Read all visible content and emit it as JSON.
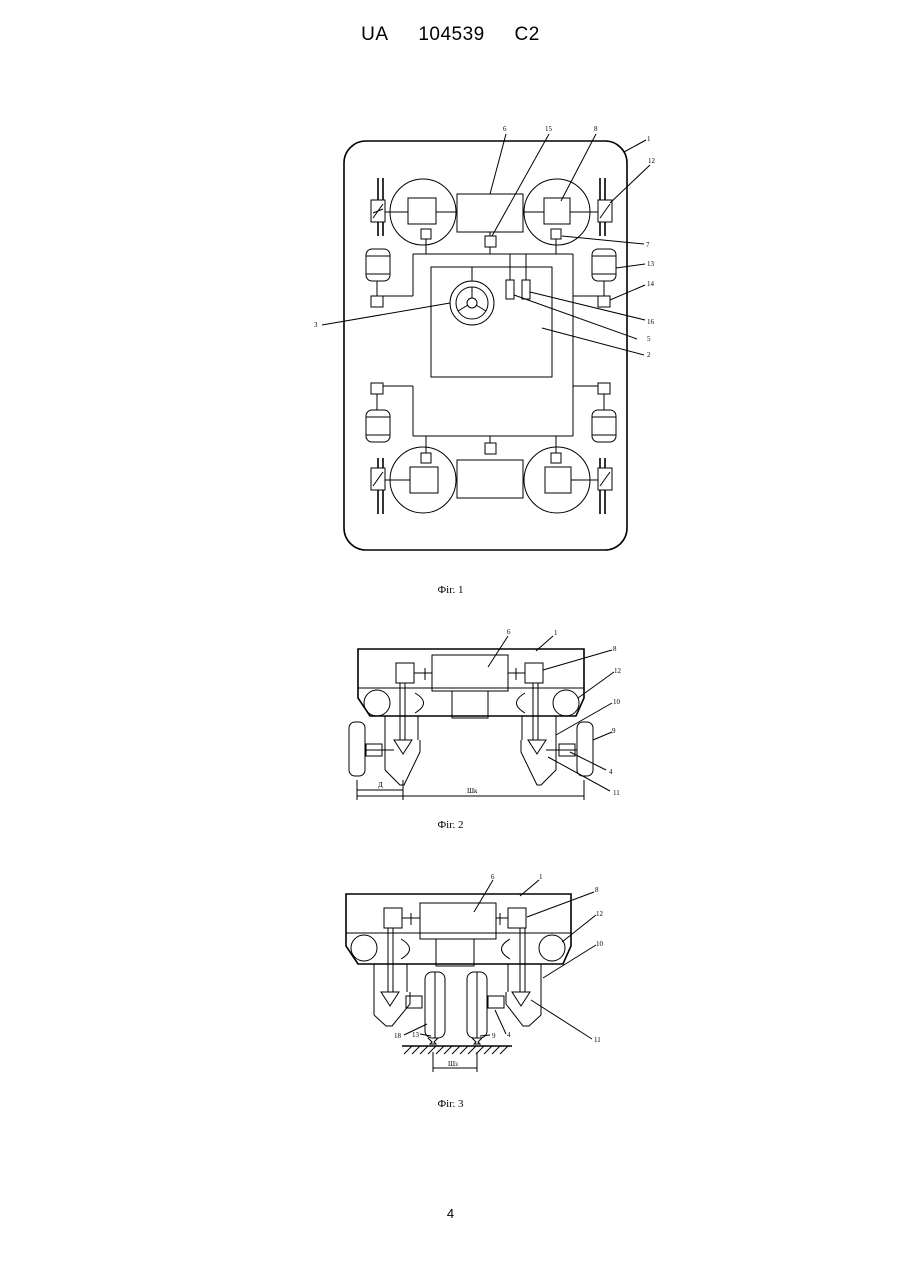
{
  "header": {
    "country": "UA",
    "number": "104539",
    "kind": "C2"
  },
  "figures": [
    {
      "caption": "Фіг. 1"
    },
    {
      "caption": "Фіг. 2"
    },
    {
      "caption": "Фіг. 3"
    }
  ],
  "fig1_labels": [
    "6",
    "15",
    "8",
    "1",
    "12",
    "7",
    "13",
    "14",
    "3",
    "16",
    "5",
    "2"
  ],
  "fig2_labels": [
    "6",
    "1",
    "8",
    "12",
    "10",
    "9",
    "4",
    "11",
    "Д",
    "Шк"
  ],
  "fig3_labels": [
    "6",
    "1",
    "8",
    "12",
    "10",
    "11",
    "18",
    "13",
    "9",
    "4",
    "Шз"
  ],
  "page_number": "4"
}
